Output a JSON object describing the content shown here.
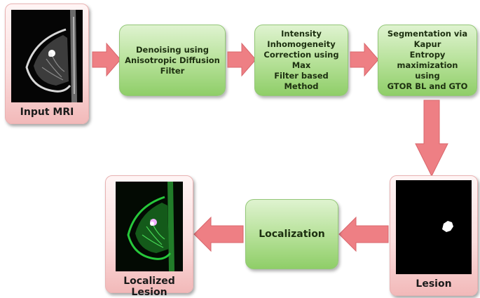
{
  "input": {
    "caption": "Input MRI"
  },
  "steps": [
    {
      "label": "Denoising using\nAnisotropic Diffusion\nFilter"
    },
    {
      "label": "Intensity\nInhomogeneity\nCorrection using Max\nFilter based Method"
    },
    {
      "label": "Segmentation via Kapur\nEntropy maximization\nusing\nGTOR BL and GTO"
    }
  ],
  "lesion": {
    "caption": "Lesion"
  },
  "localization": {
    "label": "Localization"
  },
  "output": {
    "caption": "Localized Lesion"
  },
  "colors": {
    "arrow_fill": "#ee7f84",
    "arrow_stroke": "#d9676d",
    "step_green": "#b8e29b",
    "frame_pink": "#fbdede",
    "highlight": "#00ff66"
  }
}
